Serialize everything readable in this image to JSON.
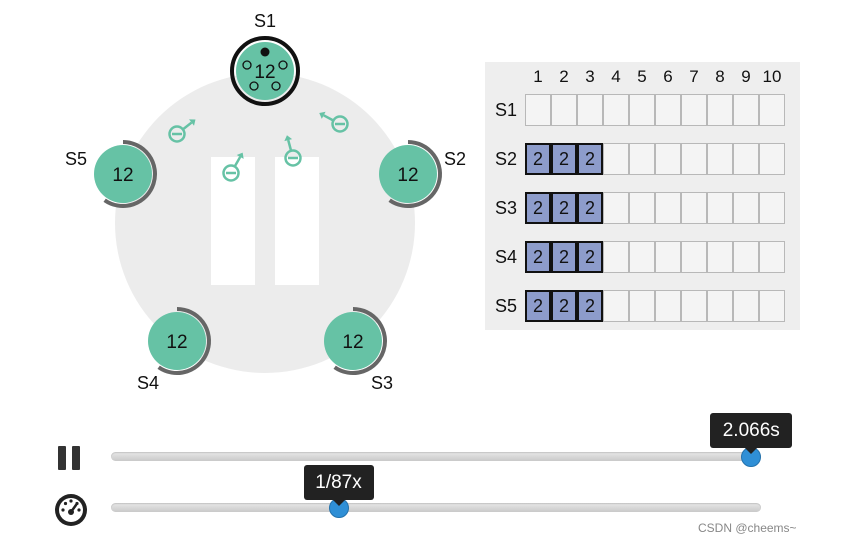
{
  "cluster": {
    "servers": [
      {
        "id": "s1",
        "label": "S1",
        "term": "12",
        "is_leader": true
      },
      {
        "id": "s2",
        "label": "S2",
        "term": "12",
        "is_leader": false
      },
      {
        "id": "s3",
        "label": "S3",
        "term": "12",
        "is_leader": false
      },
      {
        "id": "s4",
        "label": "S4",
        "term": "12",
        "is_leader": false
      },
      {
        "id": "s5",
        "label": "S5",
        "term": "12",
        "is_leader": false
      }
    ]
  },
  "log": {
    "columns": [
      "1",
      "2",
      "3",
      "4",
      "5",
      "6",
      "7",
      "8",
      "9",
      "10"
    ],
    "rows": [
      {
        "server": "S1",
        "entries": []
      },
      {
        "server": "S2",
        "entries": [
          "2",
          "2",
          "2"
        ]
      },
      {
        "server": "S3",
        "entries": [
          "2",
          "2",
          "2"
        ]
      },
      {
        "server": "S4",
        "entries": [
          "2",
          "2",
          "2"
        ]
      },
      {
        "server": "S5",
        "entries": [
          "2",
          "2",
          "2"
        ]
      }
    ]
  },
  "playback": {
    "time_label": "2.066s",
    "time_progress": 0.985,
    "speed_label": "1/87x",
    "speed_progress": 0.35
  },
  "colors": {
    "server_fill": "#66c2a5",
    "log_entry": "#8d9ccb",
    "accent": "#2f8fd6"
  },
  "watermark": "CSDN @cheems~"
}
